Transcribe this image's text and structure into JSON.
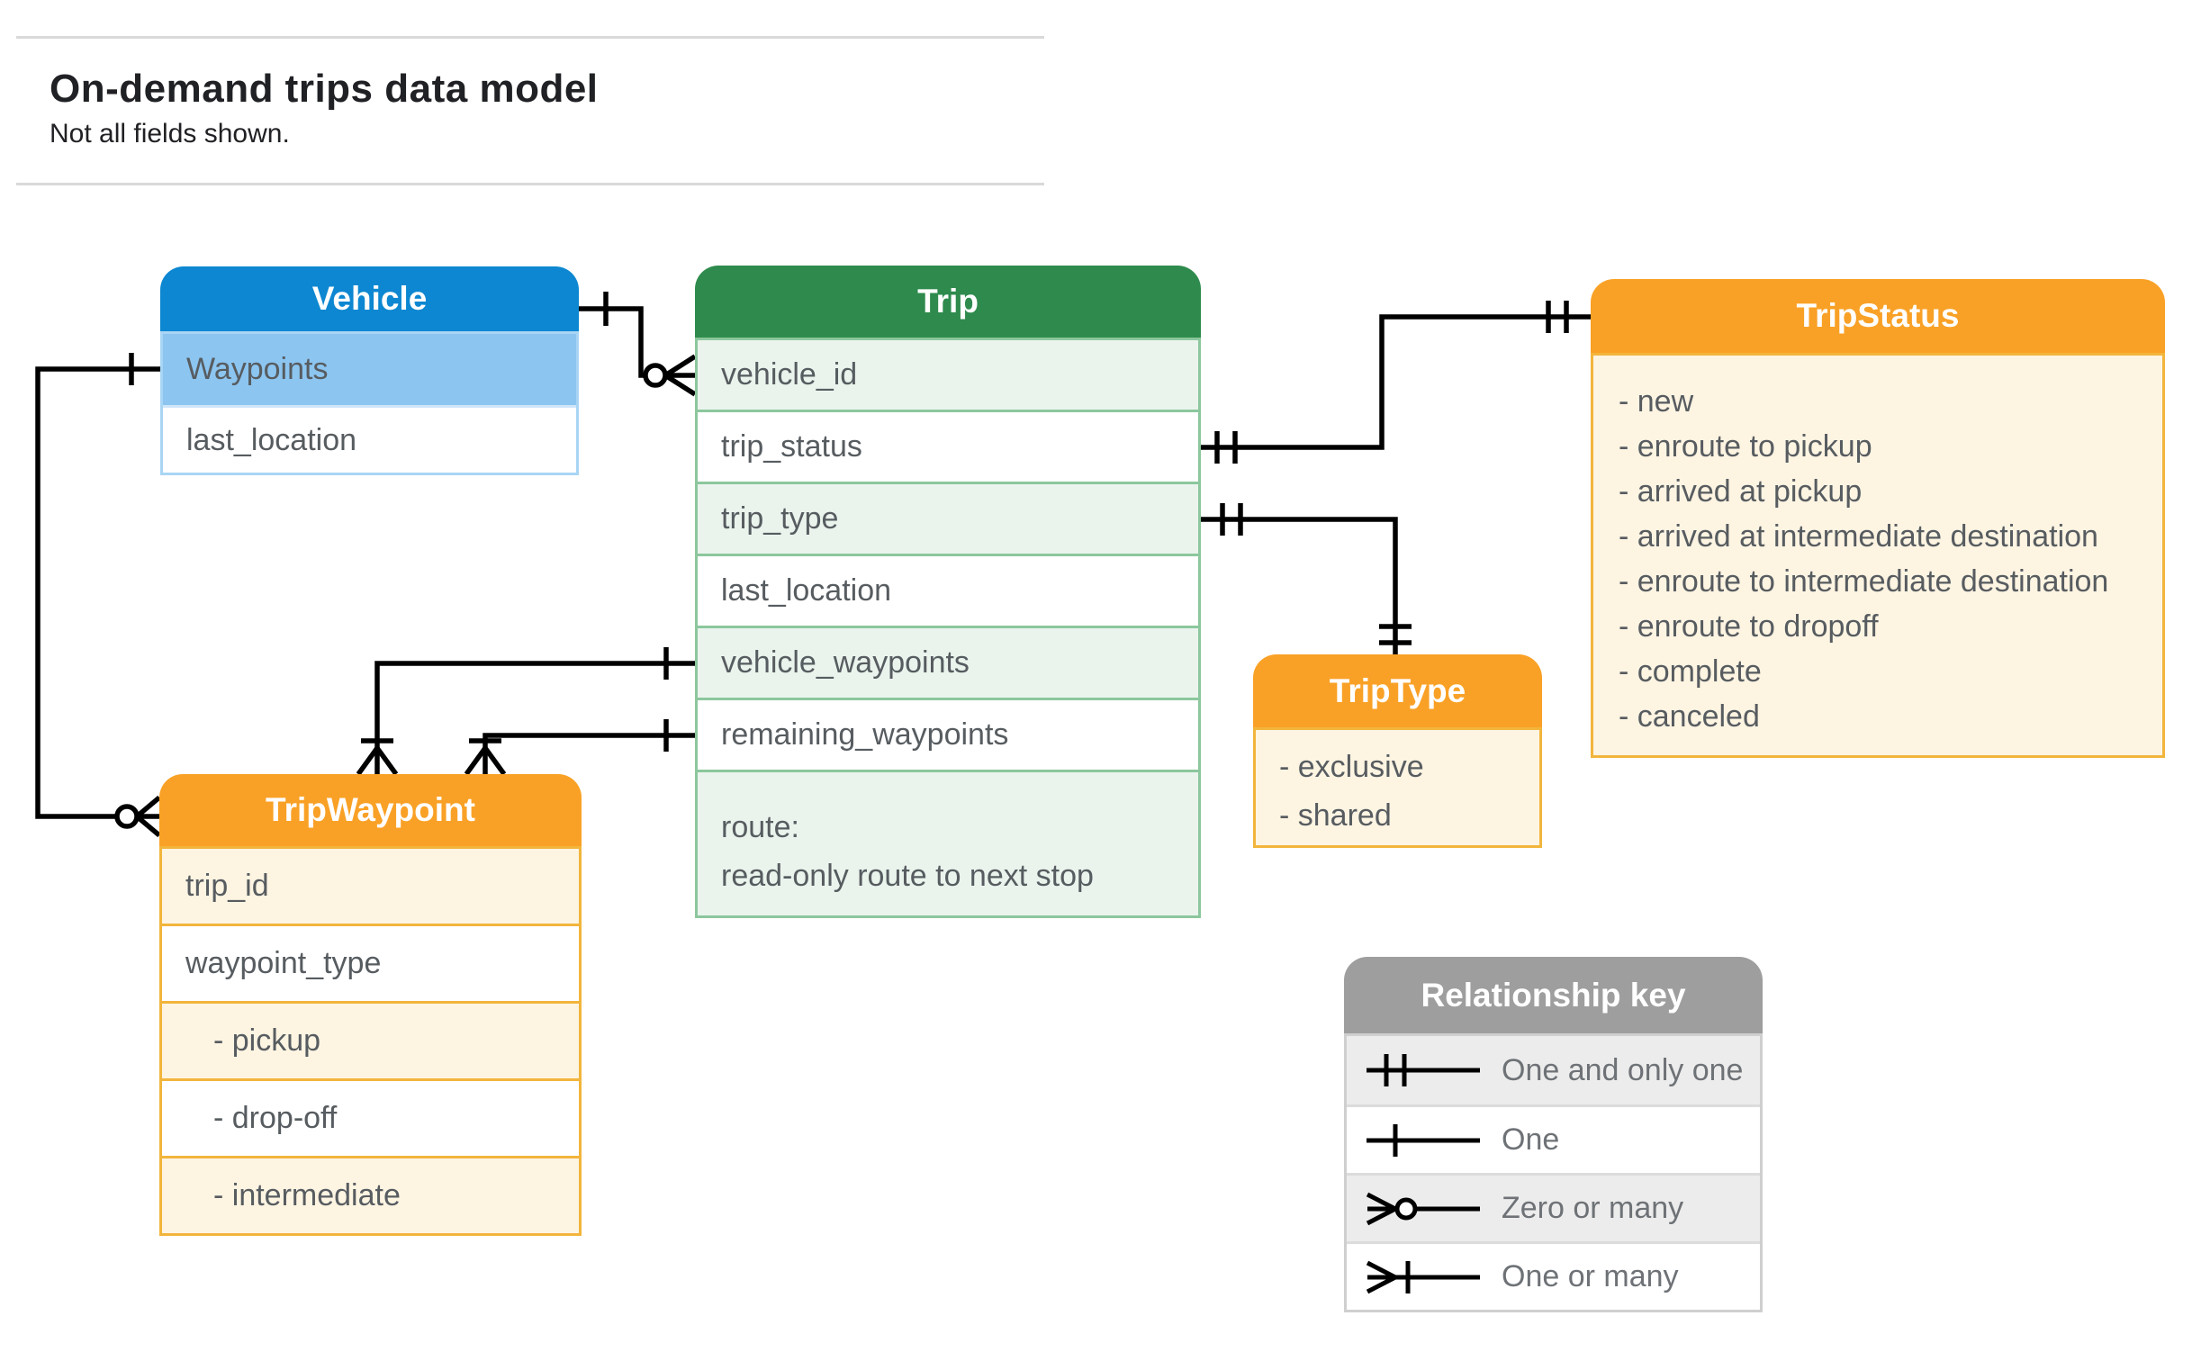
{
  "page": {
    "title": "On-demand trips data model",
    "subtitle": "Not all fields shown."
  },
  "tables": {
    "vehicle": {
      "title": "Vehicle",
      "rows": [
        {
          "label": "Waypoints"
        },
        {
          "label": "last_location"
        }
      ]
    },
    "trip": {
      "title": "Trip",
      "rows": [
        {
          "label": "vehicle_id"
        },
        {
          "label": "trip_status"
        },
        {
          "label": "trip_type"
        },
        {
          "label": "last_location"
        },
        {
          "label": "vehicle_waypoints"
        },
        {
          "label": "remaining_waypoints"
        },
        {
          "label": "route:",
          "label2": "read-only route to next stop"
        }
      ]
    },
    "trip_status": {
      "title": "TripStatus",
      "items": [
        "- new",
        "- enroute to pickup",
        "- arrived at pickup",
        "- arrived at intermediate destination",
        "- enroute to intermediate destination",
        "- enroute to dropoff",
        "- complete",
        "- canceled"
      ]
    },
    "trip_type": {
      "title": "TripType",
      "items": [
        "- exclusive",
        "- shared"
      ]
    },
    "trip_waypoint": {
      "title": "TripWaypoint",
      "rows": [
        {
          "label": "trip_id"
        },
        {
          "label": "waypoint_type"
        },
        {
          "label": "- pickup",
          "indent": true
        },
        {
          "label": "- drop-off",
          "indent": true
        },
        {
          "label": "- intermediate",
          "indent": true
        }
      ]
    }
  },
  "legend": {
    "title": "Relationship key",
    "rows": [
      {
        "symbol": "one-and-only-one-symbol",
        "label": "One and only one"
      },
      {
        "symbol": "one-symbol",
        "label": "One"
      },
      {
        "symbol": "zero-or-many-symbol",
        "label": "Zero or many"
      },
      {
        "symbol": "one-or-many-symbol",
        "label": "One or many"
      }
    ]
  },
  "colors": {
    "vehicle_header": "#0d87d1",
    "vehicle_highlight_row": "#8cc5f0",
    "trip_header": "#2e8b4d",
    "trip_alt_row": "#eaf4ed",
    "orange_header": "#f9a126",
    "orange_body": "#fdf4e2",
    "key_header": "#9e9e9e",
    "key_alt_row": "#ececec",
    "connector": "#000000",
    "body_text": "#575c60",
    "title_text": "#202124"
  }
}
